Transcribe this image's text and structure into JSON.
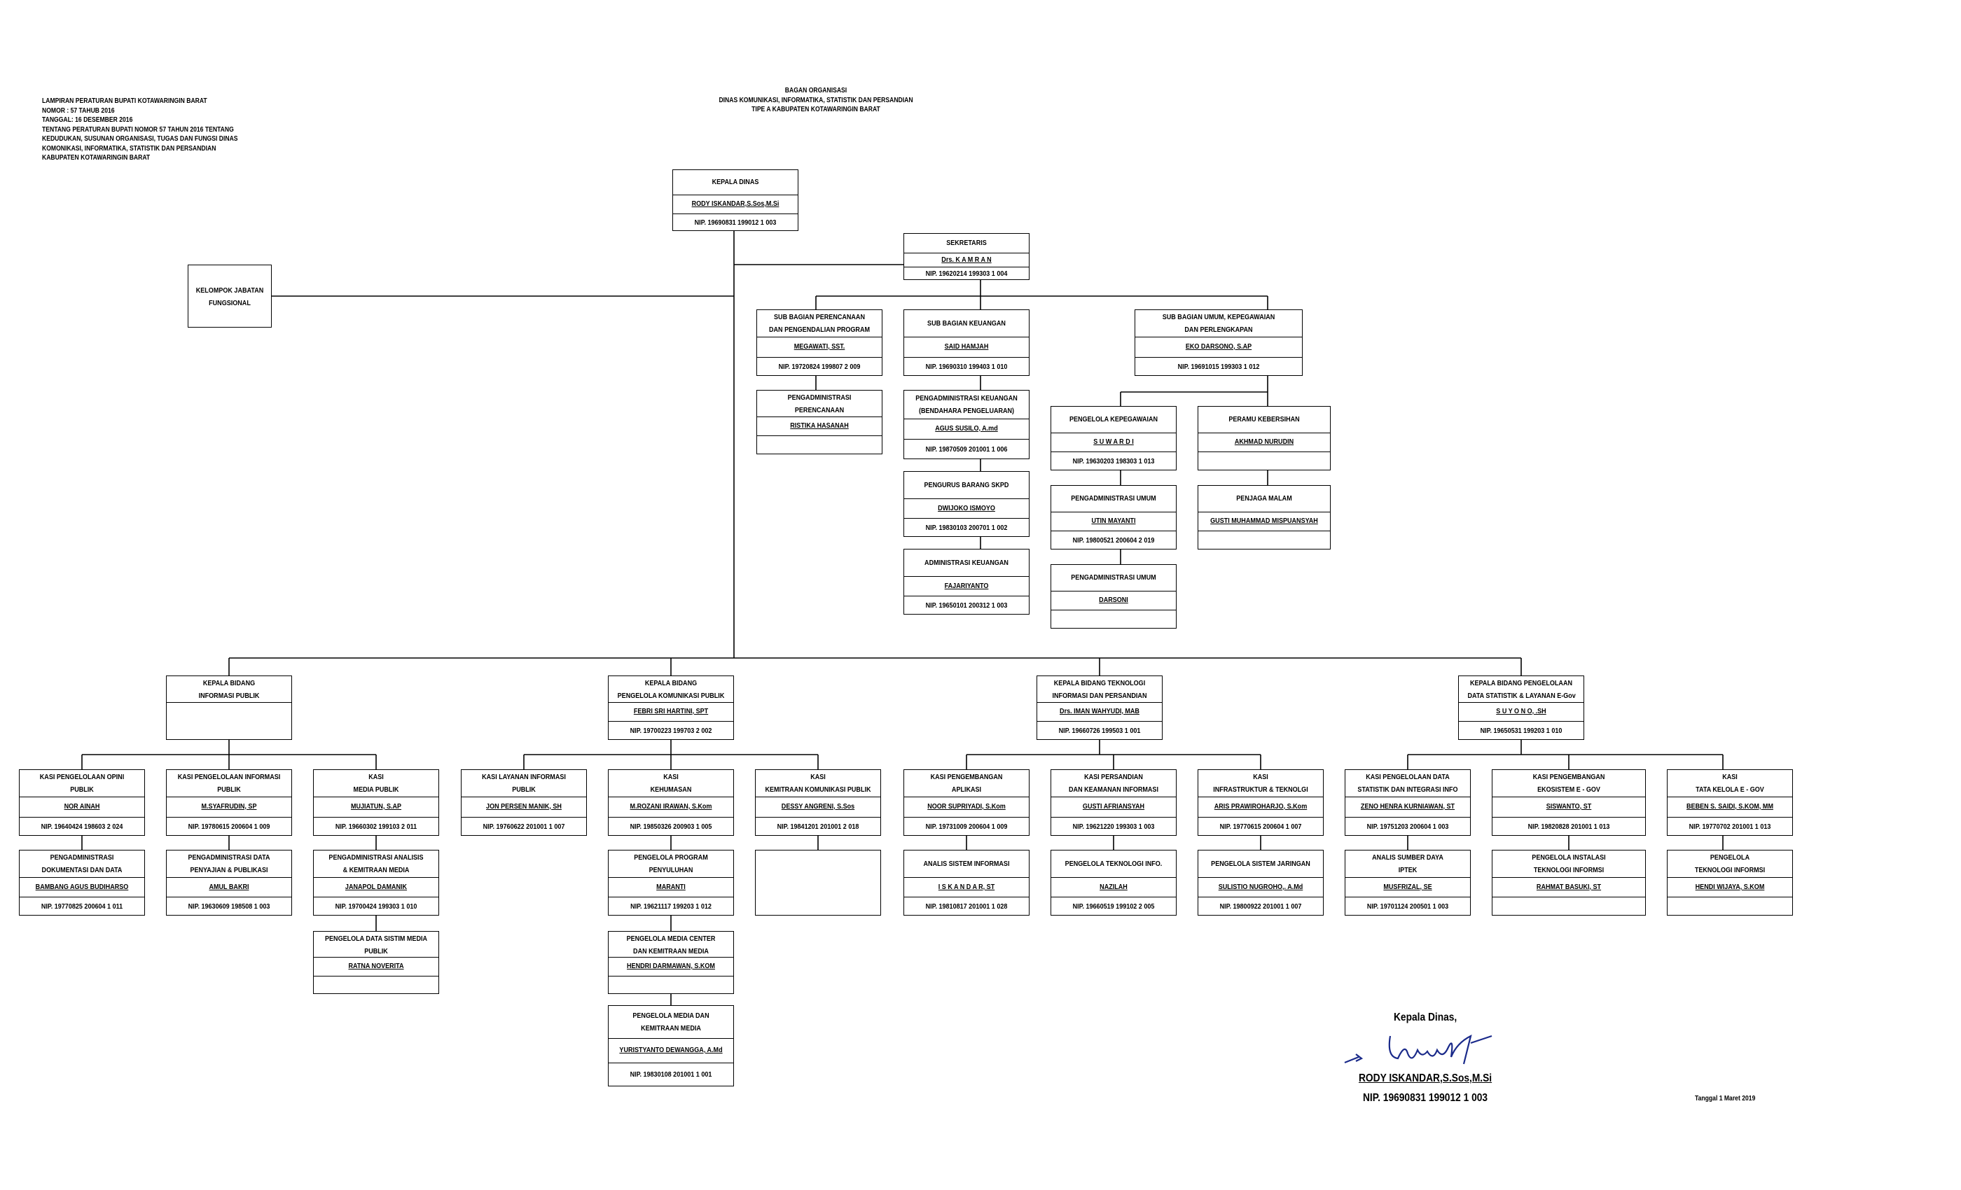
{
  "header_left": [
    "LAMPIRAN PERATURAN BUPATI KOTAWARINGIN BARAT",
    "NOMOR    : 57 TAHUB 2016",
    "TANGGAL: 16 DESEMBER 2016",
    "TENTANG PERATURAN BUPATI NOMOR 57 TAHUN 2016 TENTANG",
    "KEDUDUKAN, SUSUNAN ORGANISASI, TUGAS DAN FUNGSI DINAS",
    "KOMONIKASI, INFORMATIKA, STATISTIK DAN PERSANDIAN",
    "KABUPATEN KOTAWARINGIN BARAT"
  ],
  "title": [
    "BAGAN ORGANISASI",
    "DINAS KOMUNIKASI, INFORMATIKA, STATISTIK DAN PERSANDIAN",
    "TIPE A  KABUPATEN KOTAWARINGIN BARAT"
  ],
  "boxes": {
    "kepala_dinas": {
      "title": [
        "KEPALA DINAS"
      ],
      "name": "RODY ISKANDAR,S.Sos,M.Si",
      "nip": "NIP. 19690831 199012 1 003"
    },
    "fungsional": {
      "title": [
        "KELOMPOK JABATAN",
        "FUNGSIONAL"
      ]
    },
    "sekretaris": {
      "title": [
        "SEKRETARIS"
      ],
      "name": "Drs. K A M R A N",
      "nip": "NIP. 19620214 199303 1 004"
    },
    "sub_perencanaan": {
      "title": [
        "SUB BAGIAN PERENCANAAN",
        "DAN PENGENDALIAN PROGRAM"
      ],
      "name": "MEGAWATI, SST.",
      "nip": "NIP. 19720824 199807 2 009"
    },
    "sub_keuangan": {
      "title": [
        "SUB BAGIAN KEUANGAN"
      ],
      "name": "SAID HAMJAH",
      "nip": "NIP. 19690310 199403 1 010"
    },
    "sub_umum": {
      "title": [
        "SUB BAGIAN UMUM, KEPEGAWAIAN",
        "DAN PERLENGKAPAN"
      ],
      "name": "EKO DARSONO, S.AP",
      "nip": "NIP. 19691015 199303 1 012"
    },
    "peng_perencanaan": {
      "title": [
        "PENGADMINISTRASI",
        "PERENCANAAN"
      ],
      "name": "RISTIKA HASANAH"
    },
    "peng_keuangan": {
      "title": [
        "PENGADMINISTRASI KEUANGAN",
        "(BENDAHARA PENGELUARAN)"
      ],
      "name": "AGUS SUSILO, A.md",
      "nip": "NIP. 19870509 201001 1 006"
    },
    "pengurus_barang": {
      "title": [
        "PENGURUS BARANG SKPD"
      ],
      "name": "DWIJOKO ISMOYO",
      "nip": "NIP. 19830103 200701 1 002"
    },
    "adm_keuangan": {
      "title": [
        "ADMINISTRASI KEUANGAN"
      ],
      "name": "FAJARIYANTO",
      "nip": "NIP. 19650101 200312 1 003"
    },
    "pengelola_kepegawaian": {
      "title": [
        "PENGELOLA KEPEGAWAIAN"
      ],
      "name": "S U W A R D I",
      "nip": "NIP. 19630203 198303 1 013"
    },
    "peramu": {
      "title": [
        "PERAMU KEBERSIHAN"
      ],
      "name": "AKHMAD NURUDIN"
    },
    "peng_umum1": {
      "title": [
        "PENGADMINISTRASI UMUM"
      ],
      "name": "UTIN MAYANTI",
      "nip": "NIP. 19800521 200604 2  019"
    },
    "penjaga": {
      "title": [
        "PENJAGA MALAM"
      ],
      "name": "GUSTI MUHAMMAD MISPUANSYAH"
    },
    "peng_umum2": {
      "title": [
        "PENGADMINISTRASI UMUM"
      ],
      "name": "DARSONI"
    },
    "bidang1": {
      "title": [
        "KEPALA BIDANG",
        "INFORMASI PUBLIK"
      ]
    },
    "bidang2": {
      "title": [
        "KEPALA  BIDANG",
        "PENGELOLA KOMUNIKASI PUBLIK"
      ],
      "name": "FEBRI SRI HARTINI, SPT",
      "nip": "NIP. 19700223 199703 2 002"
    },
    "bidang3": {
      "title": [
        "KEPALA  BIDANG TEKNOLOGI",
        "INFORMASI DAN PERSANDIAN"
      ],
      "name": "Drs. IMAN WAHYUDI, MAB",
      "nip": "NIP. 19660726 199503 1 001"
    },
    "bidang4": {
      "title": [
        "KEPALA  BIDANG PENGELOLAAN",
        "DATA STATISTIK & LAYANAN E-Gov"
      ],
      "name": "S U Y O N O, .SH",
      "nip": "NIP. 19650531 199203 1 010"
    },
    "kasi_opini": {
      "title": [
        "KASI PENGELOLAAN OPINI",
        "PUBLIK"
      ],
      "name": "NOR AINAH",
      "nip": "NIP. 19640424 198603 2 024"
    },
    "kasi_info": {
      "title": [
        "KASI PENGELOLAAN INFORMASI",
        "PUBLIK"
      ],
      "name": "M.SYAFRUDIN, SP",
      "nip": "NIP. 19780615 200604 1 009"
    },
    "kasi_media": {
      "title": [
        "KASI",
        "MEDIA PUBLIK"
      ],
      "name": "MUJIATUN, S.AP",
      "nip": "NIP. 19660302 199103 2 011"
    },
    "kasi_layanan": {
      "title": [
        "KASI LAYANAN INFORMASI",
        "PUBLIK"
      ],
      "name": "JON PERSEN MANIK, SH",
      "nip": "NIP. 19760622 201001 1 007"
    },
    "kasi_kehumasan": {
      "title": [
        "KASI",
        "KEHUMASAN"
      ],
      "name": "M.ROZANI IRAWAN, S.Kom",
      "nip": "NIP. 19850326 200903 1 005"
    },
    "kasi_kemitraan": {
      "title": [
        "KASI",
        "KEMITRAAN KOMUNIKASI PUBLIK"
      ],
      "name": "DESSY ANGRENI, S.Sos",
      "nip": "NIP. 19841201 201001 2 018"
    },
    "kasi_aplikasi": {
      "title": [
        "KASI PENGEMBANGAN",
        "APLIKASI"
      ],
      "name": "NOOR SUPRIYADI, S.Kom",
      "nip": "NIP. 19731009 200604 1 009"
    },
    "kasi_persandian": {
      "title": [
        "KASI PERSANDIAN",
        "DAN KEAMANAN INFORMASI"
      ],
      "name": "GUSTI AFRIANSYAH",
      "nip": "NIP. 19621220 199303 1 003"
    },
    "kasi_infrastruktur": {
      "title": [
        "KASI",
        "INFRASTRUKTUR & TEKNOLGI"
      ],
      "name": "ARIS PRAWIROHARJO, S.Kom",
      "nip": "NIP. 19770615 200604 1 007"
    },
    "kasi_data": {
      "title": [
        "KASI PENGELOLAAN DATA",
        "STATISTIK DAN INTEGRASI INFO"
      ],
      "name": "ZENO HENRA KURNIAWAN, ST",
      "nip": "NIP. 19751203 200604 1 003"
    },
    "kasi_ekosistem": {
      "title": [
        "KASI PENGEMBANGAN",
        "EKOSISTEM E - GOV"
      ],
      "name": "SISWANTO, ST",
      "nip": "NIP. 19820828 201001 1 013"
    },
    "kasi_tatakelola": {
      "title": [
        "KASI",
        "TATA KELOLA E - GOV"
      ],
      "name": "BEBEN S. SAIDI, S.KOM, MM",
      "nip": "NIP. 19770702 201001 1 013"
    },
    "p_dokumentasi": {
      "title": [
        "PENGADMINISTRASI",
        "DOKUMENTASI DAN DATA"
      ],
      "name": "BAMBANG AGUS BUDIHARSO",
      "nip": "NIP. 19770825 200604 1 011"
    },
    "p_penyajian": {
      "title": [
        "PENGADMINISTRASI DATA",
        "PENYAJIAN & PUBLIKASI"
      ],
      "name": "AMUL BAKRI",
      "nip": "NIP. 19630609 198508 1 003"
    },
    "p_analis": {
      "title": [
        "PENGADMINISTRASI ANALISIS",
        "& KEMITRAAN MEDIA"
      ],
      "name": "JANAPOL DAMANIK",
      "nip": "NIP. 19700424 199303 1 010"
    },
    "p_datasistim": {
      "title": [
        "PENGELOLA DATA SISTIM MEDIA",
        "PUBLIK"
      ],
      "name": "RATNA NOVERITA"
    },
    "p_penyuluhan": {
      "title": [
        "PENGELOLA PROGRAM",
        "PENYULUHAN"
      ],
      "name": "MARANTI",
      "nip": "NIP. 19621117 199203 1 012"
    },
    "p_mediacenter": {
      "title": [
        "PENGELOLA MEDIA CENTER",
        "DAN KEMITRAAN MEDIA"
      ],
      "name": "HENDRI DARMAWAN, S.KOM"
    },
    "p_mediadan": {
      "title": [
        "PENGELOLA MEDIA DAN",
        "KEMITRAAN MEDIA"
      ],
      "name": "YURISTYANTO DEWANGGA, A.Md",
      "nip": "NIP. 19830108 201001 1 001"
    },
    "p_kosong": {
      "title": []
    },
    "p_analis_si": {
      "title": [
        "ANALIS SISTEM INFORMASI"
      ],
      "name": "I S K A N D A R, ST",
      "nip": "NIP. 19810817 201001 1 028"
    },
    "p_teknologi": {
      "title": [
        "PENGELOLA TEKNOLOGI INFO."
      ],
      "name": "NAZILAH",
      "nip": "NIP. 19660519 199102 2 005"
    },
    "p_jaringan": {
      "title": [
        "PENGELOLA SISTEM JARINGAN"
      ],
      "name": "SULISTIO NUGROHO,. A.Md",
      "nip": "NIP. 19800922 201001 1 007"
    },
    "p_iptek": {
      "title": [
        "ANALIS SUMBER DAYA",
        "IPTEK"
      ],
      "name": "MUSFRIZAL, SE",
      "nip": "NIP. 19701124 200501 1 003"
    },
    "p_instalasi": {
      "title": [
        "PENGELOLA INSTALASI",
        "TEKNOLOGI INFORMSI"
      ],
      "name": "RAHMAT BASUKI, ST"
    },
    "p_tekinfo": {
      "title": [
        "PENGELOLA",
        "TEKNOLOGI INFORMSI"
      ],
      "name": "HENDI WIJAYA, S.KOM"
    }
  },
  "signature": {
    "role": "Kepala Dinas,",
    "name": "RODY ISKANDAR,S.Sos,M.Si",
    "nip": "NIP. 19690831 199012 1 003"
  },
  "footer_date": "Tanggal 1 Maret 2019"
}
